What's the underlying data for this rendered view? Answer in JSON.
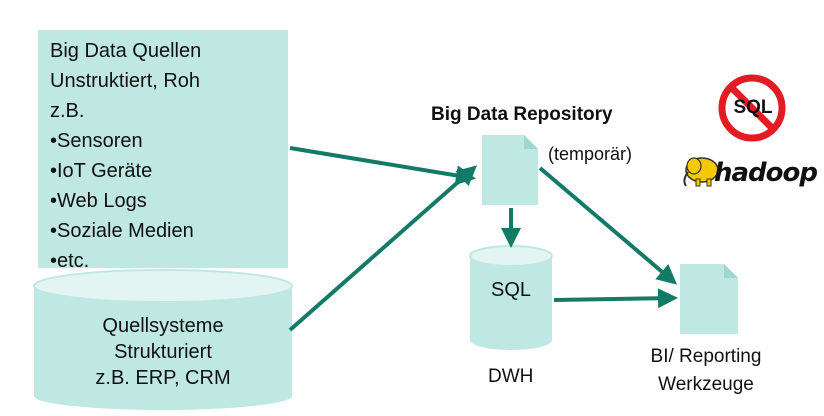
{
  "sources_box": {
    "lines": [
      "Big Data Quellen",
      "Unstruktiert, Roh",
      "z.B.",
      "•Sensoren",
      "•IoT Geräte",
      "•Web Logs",
      "•Soziale Medien",
      "•etc."
    ]
  },
  "source_systems": {
    "lines": [
      "Quellsysteme",
      "Strukturiert",
      "z.B. ERP, CRM"
    ]
  },
  "repository": {
    "title": "Big Data Repository",
    "note": "(temporär)"
  },
  "dwh": {
    "cylinder_label": "SQL",
    "label": "DWH"
  },
  "bi": {
    "lines": [
      "BI/ Reporting",
      "Werkzeuge"
    ]
  },
  "logos": {
    "nosql_text": "SQL",
    "hadoop_text": "hadoop"
  },
  "colors": {
    "box_fill": "#bfe8e2",
    "cylinder_top": "#e3f5f2",
    "arrow": "#137a68",
    "no_sign": "#e31b23",
    "hadoop_yellow": "#f5c800"
  }
}
